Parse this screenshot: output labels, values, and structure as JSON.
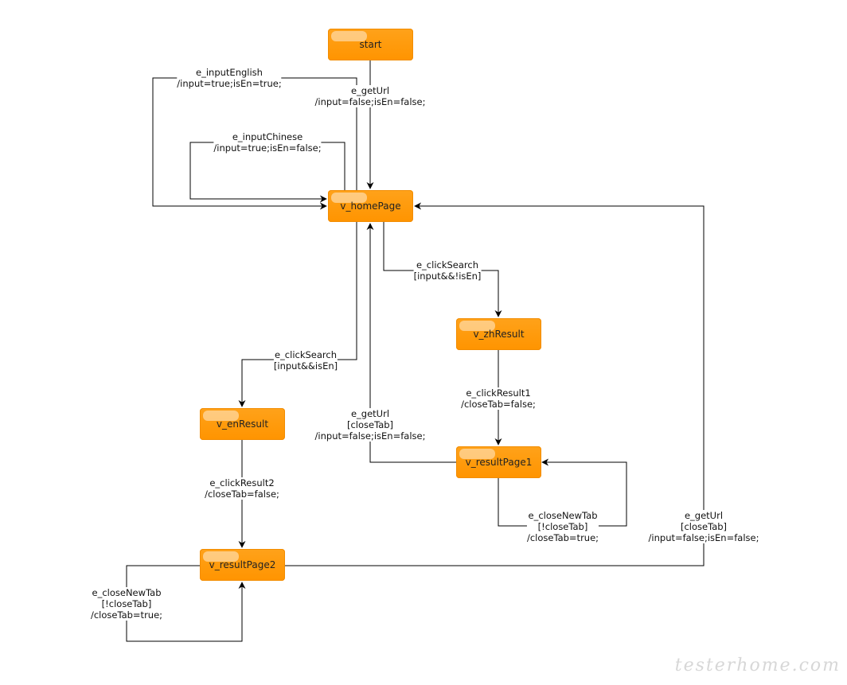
{
  "nodes": {
    "start": "start",
    "home": "v_homePage",
    "zh": "v_zhResult",
    "en": "v_enResult",
    "rp1": "v_resultPage1",
    "rp2": "v_resultPage2"
  },
  "edges": {
    "start_home": [
      "e_getUrl",
      "/input=false;isEn=false;"
    ],
    "input_english": [
      "e_inputEnglish",
      "/input=true;isEn=true;"
    ],
    "input_chinese": [
      "e_inputChinese",
      "/input=true;isEn=false;"
    ],
    "search_zh": [
      "e_clickSearch",
      "[input&&!isEn]"
    ],
    "search_en": [
      "e_clickSearch",
      "[input&&isEn]"
    ],
    "result1": [
      "e_clickResult1",
      "/closeTab=false;"
    ],
    "rp1_home": [
      "e_getUrl",
      "[closeTab]",
      "/input=false;isEn=false;"
    ],
    "rp1_close": [
      "e_closeNewTab",
      "[!closeTab]",
      "/closeTab=true;"
    ],
    "result2": [
      "e_clickResult2",
      "/closeTab=false;"
    ],
    "rp2_home": [
      "e_getUrl",
      "[closeTab]",
      "/input=false;isEn=false;"
    ],
    "rp2_close": [
      "e_closeNewTab",
      "[!closeTab]",
      "/closeTab=true;"
    ]
  },
  "watermark": "testerhome.com",
  "colors": {
    "node_fill": "#ff9a0a",
    "edge": "#000000"
  }
}
